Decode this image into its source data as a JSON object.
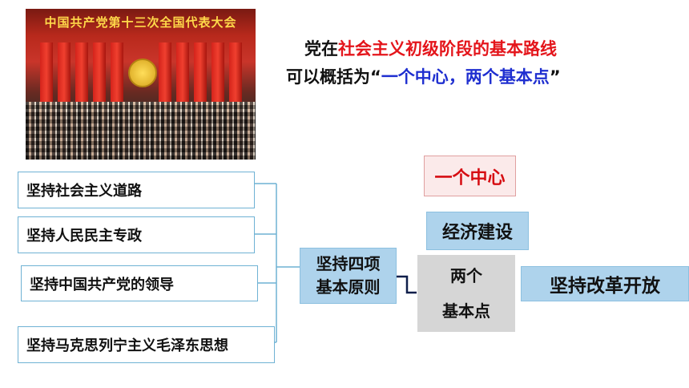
{
  "photo": {
    "banner": "中国共产党第十三次全国代表大会"
  },
  "heading": {
    "line1_prefix": "党在",
    "line1_highlight": "社会主义初级阶段的基本路线",
    "line2_prefix": "可以概括为",
    "line2_quote_open": "“",
    "line2_highlight": "一个中心，两个基本点",
    "line2_quote_close": "”"
  },
  "principles": {
    "items": [
      "坚持社会主义道路",
      "坚持人民民主专政",
      "坚持中国共产党的领导",
      "坚持马克思列宁主义毛泽东思想"
    ],
    "group_line1": "坚持四项",
    "group_line2": "基本原则"
  },
  "center": {
    "label": "一个中心",
    "content": "经济建设"
  },
  "basic_points": {
    "line1": "两个",
    "line2": "基本点"
  },
  "reform": {
    "label": "坚持改革开放"
  },
  "colors": {
    "highlight_red": "#e4151b",
    "highlight_blue": "#1f2fd0",
    "box_border": "#6fb2d4",
    "box_fill": "#aed3ec"
  }
}
